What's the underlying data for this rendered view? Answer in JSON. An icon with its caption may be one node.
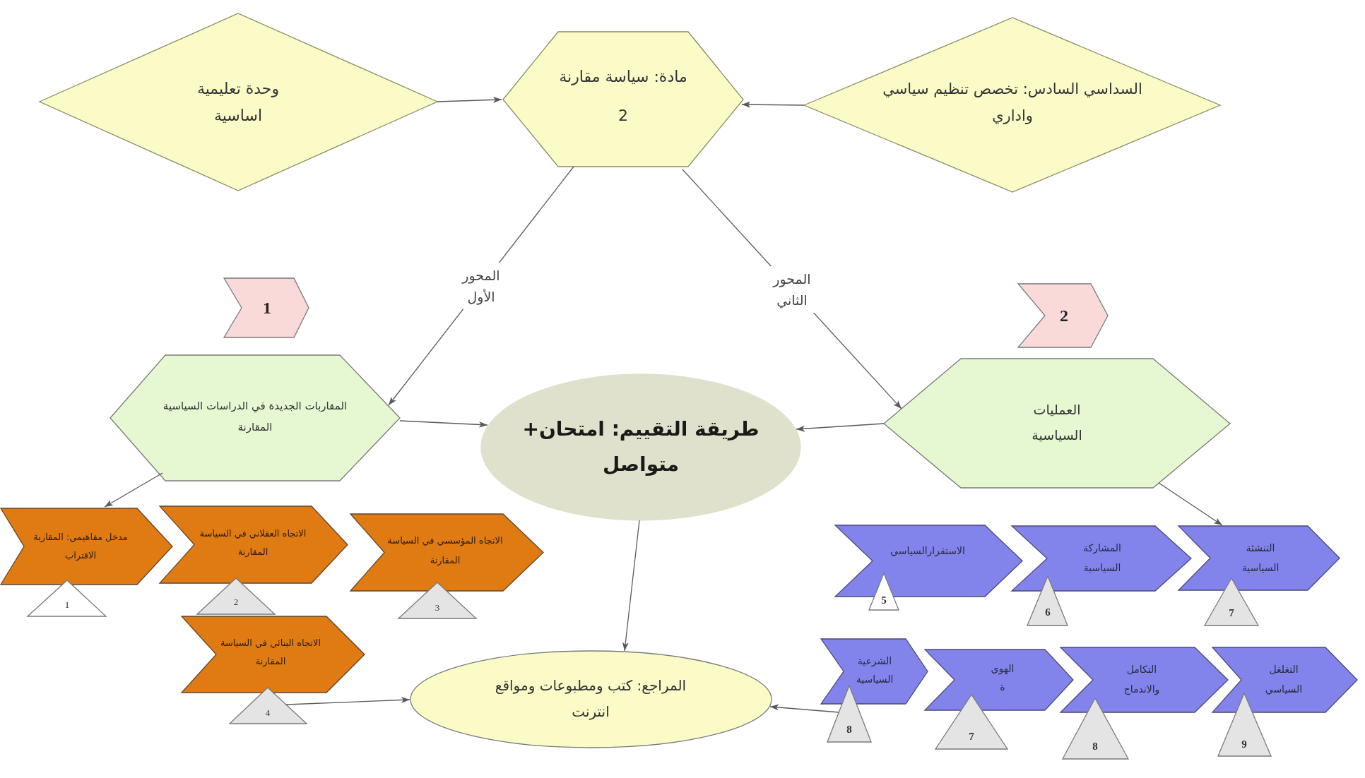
{
  "diagram": {
    "nodes": [
      {
        "text": [
          "وحدة تعليمية اساسية"
        ]
      },
      {
        "text": [
          "مادة: سياسة مقارنة 2"
        ]
      },
      {
        "text": [
          "السداسي السادس: تخصص تنظيم سياسي واداري"
        ]
      },
      {
        "text": [
          "1"
        ]
      },
      {
        "text": [
          "2"
        ]
      },
      {
        "text": [
          "المقاربات الجديدة في الدراسات السياسية المقارنة"
        ]
      },
      {
        "text": [
          "العمليات السياسية"
        ]
      },
      {
        "text": [
          "طريقة التقييم: امتحان+ متواصل"
        ]
      },
      {
        "text": [
          "مدخل مفاهيمي: المقاربة الاقتراب"
        ]
      },
      {
        "text": [
          "الاتجاه العقلاني في السياسة المقارنة"
        ]
      },
      {
        "text": [
          "الاتجاه المؤسسي في السياسة المقارنة"
        ]
      },
      {
        "text": [
          "1"
        ]
      },
      {
        "text": [
          "2"
        ]
      },
      {
        "text": [
          "3"
        ]
      },
      {
        "text": [
          "الاتجاه البنائي في السياسة المقارنة"
        ]
      },
      {
        "text": [
          "4"
        ]
      },
      {
        "text": [
          "المراجع: كتب ومطبوعات ومواقع انترنت"
        ]
      },
      {
        "text": [
          "الاستقرارالسياسي"
        ]
      },
      {
        "text": [
          "المشاركة السياسية"
        ]
      },
      {
        "text": [
          "التنشئة السياسية"
        ]
      },
      {
        "text": [
          "5"
        ]
      },
      {
        "text": [
          "6"
        ]
      },
      {
        "text": [
          "7"
        ]
      },
      {
        "text": [
          "الشرعية السياسية"
        ]
      },
      {
        "text": [
          "الهوي ة"
        ]
      },
      {
        "text": [
          "التكامل والاندماج"
        ]
      },
      {
        "text": [
          "التغلغل السياسي"
        ]
      },
      {
        "text": [
          "8"
        ]
      },
      {
        "text": [
          "7"
        ]
      },
      {
        "text": [
          "8"
        ]
      },
      {
        "text": [
          "9"
        ]
      }
    ],
    "edges": [
      {
        "from": 0,
        "to": 1,
        "arrow": "to"
      },
      {
        "from": 2,
        "to": 1,
        "arrow": "to"
      },
      {
        "from": 1,
        "to": 5,
        "arrow": "to",
        "label": "المحور الأول"
      },
      {
        "from": 1,
        "to": 6,
        "arrow": "to",
        "label": "المحور الثاني"
      },
      {
        "from": 5,
        "to": 7,
        "arrow": "to"
      },
      {
        "from": 6,
        "to": 7,
        "arrow": "to"
      },
      {
        "from": 5,
        "to": 8,
        "arrow": "to"
      },
      {
        "from": 6,
        "to": 19,
        "arrow": "to"
      },
      {
        "from": 7,
        "to": 16,
        "arrow": "to"
      },
      {
        "from": 15,
        "to": 16,
        "arrow": "to"
      },
      {
        "from": 27,
        "to": 16,
        "arrow": "to"
      }
    ]
  }
}
